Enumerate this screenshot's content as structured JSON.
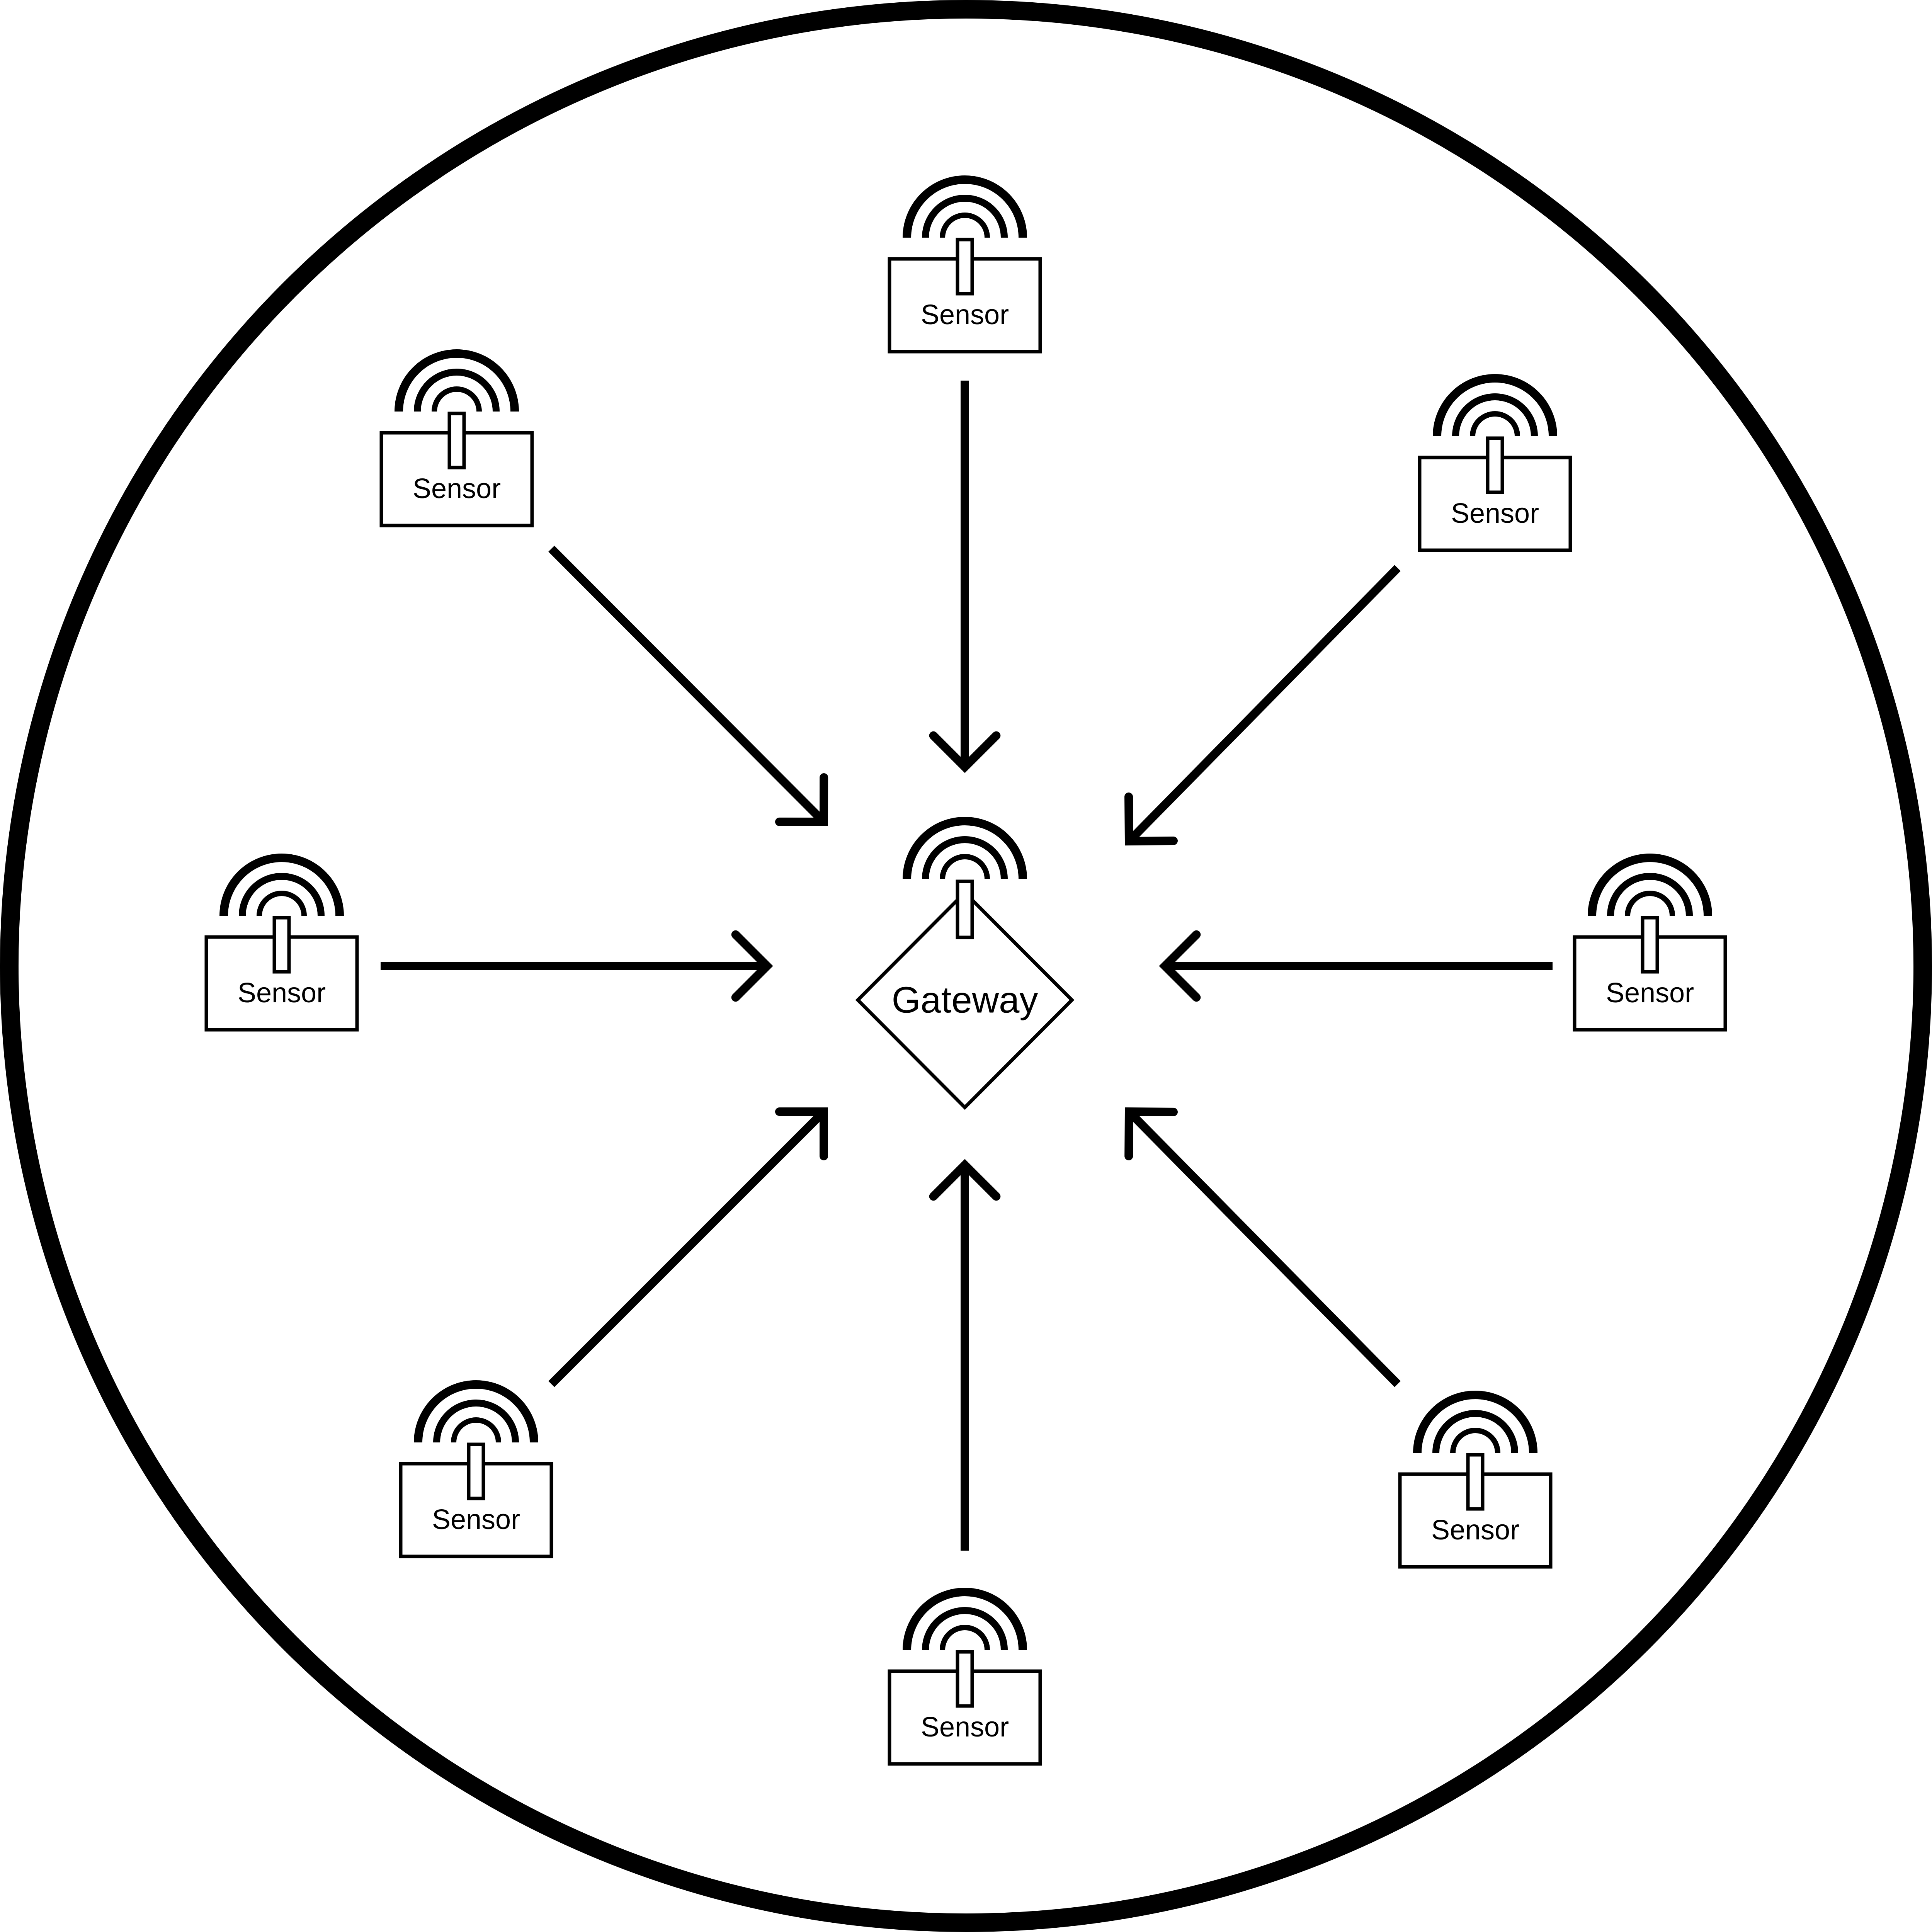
{
  "diagram": {
    "type": "star-network",
    "hub": {
      "label": "Gateway",
      "shape": "diamond"
    },
    "nodes": [
      {
        "label": "Sensor",
        "position": "top"
      },
      {
        "label": "Sensor",
        "position": "top-right"
      },
      {
        "label": "Sensor",
        "position": "right"
      },
      {
        "label": "Sensor",
        "position": "bottom-right"
      },
      {
        "label": "Sensor",
        "position": "bottom"
      },
      {
        "label": "Sensor",
        "position": "bottom-left"
      },
      {
        "label": "Sensor",
        "position": "left"
      },
      {
        "label": "Sensor",
        "position": "top-left"
      }
    ],
    "edges": [
      {
        "from": 0,
        "to": "hub"
      },
      {
        "from": 1,
        "to": "hub"
      },
      {
        "from": 2,
        "to": "hub"
      },
      {
        "from": 3,
        "to": "hub"
      },
      {
        "from": 4,
        "to": "hub"
      },
      {
        "from": 5,
        "to": "hub"
      },
      {
        "from": 6,
        "to": "hub"
      },
      {
        "from": 7,
        "to": "hub"
      }
    ],
    "icon": "wifi-signal-icon",
    "colors": {
      "stroke": "#000000",
      "fill": "#ffffff"
    }
  }
}
